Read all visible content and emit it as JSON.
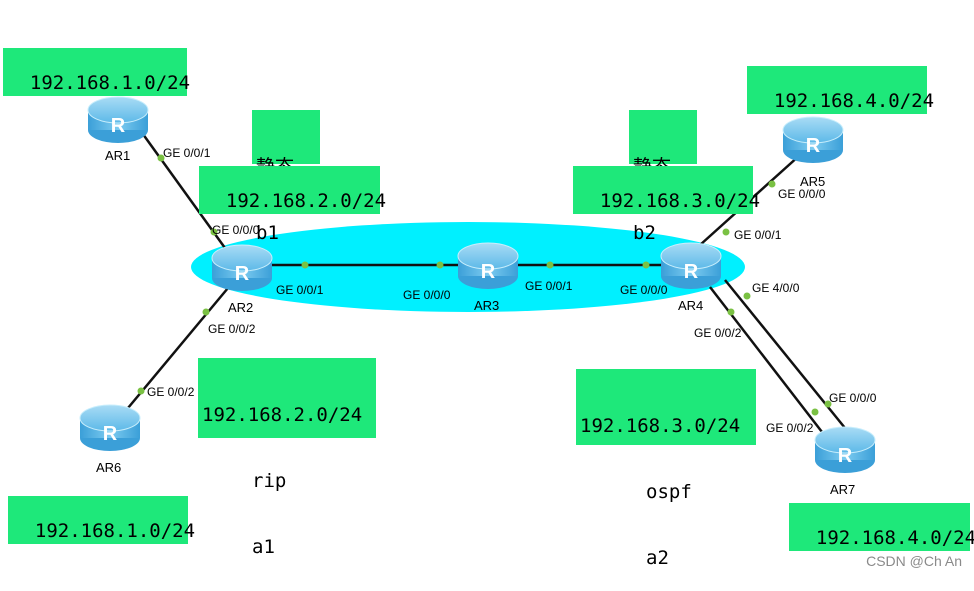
{
  "colors": {
    "label_bg": "#1ee87a",
    "area": "#00f0ff",
    "link": "#111111",
    "port_dot": "#7ac143",
    "router_top": "#6ec6ee",
    "router_body": "#3aa5dd"
  },
  "routers": [
    {
      "id": "AR1",
      "label": "AR1"
    },
    {
      "id": "AR2",
      "label": "AR2"
    },
    {
      "id": "AR3",
      "label": "AR3"
    },
    {
      "id": "AR4",
      "label": "AR4"
    },
    {
      "id": "AR5",
      "label": "AR5"
    },
    {
      "id": "AR6",
      "label": "AR6"
    },
    {
      "id": "AR7",
      "label": "AR7"
    }
  ],
  "ports": {
    "ar1_g001": "GE 0/0/1",
    "ar2_g000": "GE 0/0/0",
    "ar2_g001": "GE 0/0/1",
    "ar2_g002": "GE 0/0/2",
    "ar3_g000": "GE 0/0/0",
    "ar3_g001": "GE 0/0/1",
    "ar4_g000": "GE 0/0/0",
    "ar4_g001": "GE 0/0/1",
    "ar4_g002": "GE 0/0/2",
    "ar4_g400": "GE 4/0/0",
    "ar5_g000": "GE 0/0/0",
    "ar6_g002": "GE 0/0/2",
    "ar7_g000": "GE 0/0/0",
    "ar7_g002": "GE 0/0/2"
  },
  "labels": {
    "net_ar1": "192.168.1.0/24",
    "static_left": [
      "静态",
      "b1"
    ],
    "net_left_static": "192.168.2.0/24",
    "static_right": [
      "静态",
      "b2"
    ],
    "net_right_static": "192.168.3.0/24",
    "net_ar5": "192.168.4.0/24",
    "rip_block": [
      "192.168.2.0/24",
      "rip",
      "a1"
    ],
    "ospf_block": [
      "192.168.3.0/24",
      "ospf",
      "a2"
    ],
    "net_ar6": "192.168.1.0/24",
    "net_ar7": "192.168.4.0/24"
  },
  "router_glyph": "R",
  "watermark": "CSDN @Ch An"
}
